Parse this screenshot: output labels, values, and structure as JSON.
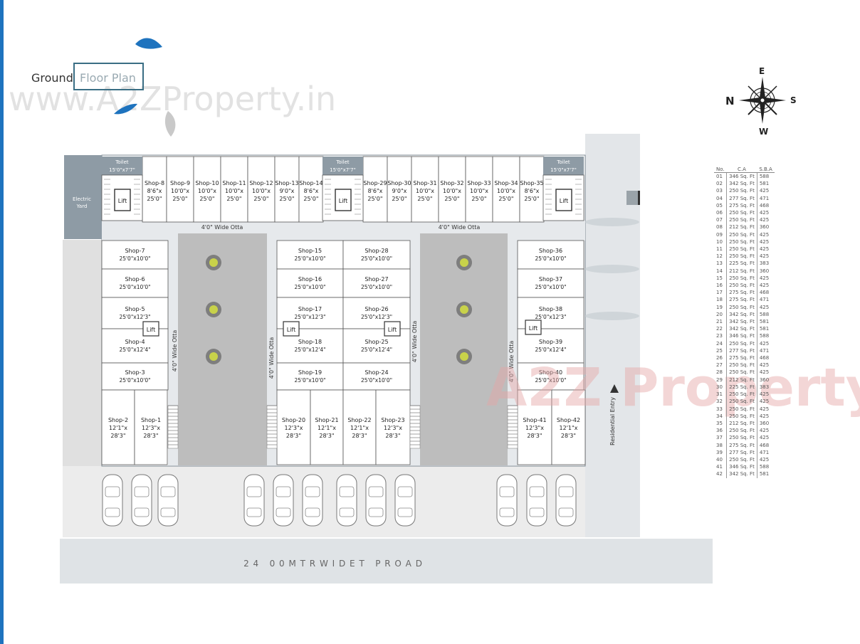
{
  "title": {
    "part1": "Ground",
    "part2": "Floor Plan"
  },
  "watermark": "www.A2ZProperty.in",
  "logo_watermark": "A2Z Property",
  "compass": {
    "n": "N",
    "e": "E",
    "s": "S",
    "w": "W"
  },
  "labels": {
    "electric_yard": [
      "Electric",
      "Yard"
    ],
    "lift": "Lift",
    "toilet_name": "Toilet",
    "toilet_size": "15'0\"x7'7\"",
    "otta_h": "4'0\" Wide Otta",
    "otta_v": "4'0\" Wide Otta",
    "residential_entry": "Residential Entry",
    "road": "2 4   0 0 M T R W I D E T   P R O A D"
  },
  "colors": {
    "edge": "#1e73be",
    "structure": "#8e9ba5",
    "court": "#bdbdbd",
    "tree": "#c8d24a"
  },
  "top_shops": [
    {
      "name": "Shop-8",
      "w": "8'6\"x",
      "d": "25'0\""
    },
    {
      "name": "Shop-9",
      "w": "10'0\"x",
      "d": "25'0\""
    },
    {
      "name": "Shop-10",
      "w": "10'0\"x",
      "d": "25'0\""
    },
    {
      "name": "Shop-11",
      "w": "10'0\"x",
      "d": "25'0\""
    },
    {
      "name": "Shop-12",
      "w": "10'0\"x",
      "d": "25'0\""
    },
    {
      "name": "Shop-13",
      "w": "9'0\"x",
      "d": "25'0\""
    },
    {
      "name": "Shop-14",
      "w": "8'6\"x",
      "d": "25'0\""
    },
    {
      "name": "Shop-29",
      "w": "8'6\"x",
      "d": "25'0\""
    },
    {
      "name": "Shop-30",
      "w": "9'0\"x",
      "d": "25'0\""
    },
    {
      "name": "Shop-31",
      "w": "10'0\"x",
      "d": "25'0\""
    },
    {
      "name": "Shop-32",
      "w": "10'0\"x",
      "d": "25'0\""
    },
    {
      "name": "Shop-33",
      "w": "10'0\"x",
      "d": "25'0\""
    },
    {
      "name": "Shop-34",
      "w": "10'0\"x",
      "d": "25'0\""
    },
    {
      "name": "Shop-35",
      "w": "8'6\"x",
      "d": "25'0\""
    }
  ],
  "row_shops": [
    {
      "name": "Shop-7",
      "size": "25'0\"x10'0\""
    },
    {
      "name": "Shop-6",
      "size": "25'0\"x10'0\""
    },
    {
      "name": "Shop-5",
      "size": "25'0\"x12'3\""
    },
    {
      "name": "Shop-4",
      "size": "25'0\"x12'4\""
    },
    {
      "name": "Shop-3",
      "size": "25'0\"x10'0\""
    },
    {
      "name": "Shop-15",
      "size": "25'0\"x10'0\""
    },
    {
      "name": "Shop-16",
      "size": "25'0\"x10'0\""
    },
    {
      "name": "Shop-17",
      "size": "25'0\"x12'3\""
    },
    {
      "name": "Shop-18",
      "size": "25'0\"x12'4\""
    },
    {
      "name": "Shop-19",
      "size": "25'0\"x10'0\""
    },
    {
      "name": "Shop-28",
      "size": "25'0\"x10'0\""
    },
    {
      "name": "Shop-27",
      "size": "25'0\"x10'0\""
    },
    {
      "name": "Shop-26",
      "size": "25'0\"x12'3\""
    },
    {
      "name": "Shop-25",
      "size": "25'0\"x12'4\""
    },
    {
      "name": "Shop-24",
      "size": "25'0\"x10'0\""
    },
    {
      "name": "Shop-36",
      "size": "25'0\"x10'0\""
    },
    {
      "name": "Shop-37",
      "size": "25'0\"x10'0\""
    },
    {
      "name": "Shop-38",
      "size": "25'0\"x12'3\""
    },
    {
      "name": "Shop-39",
      "size": "25'0\"x12'4\""
    },
    {
      "name": "Shop-40",
      "size": "25'0\"x10'0\""
    }
  ],
  "bottom_shops": [
    {
      "name": "Shop-2",
      "w": "12'1\"x",
      "d": "28'3\""
    },
    {
      "name": "Shop-1",
      "w": "12'3\"x",
      "d": "28'3\""
    },
    {
      "name": "Shop-20",
      "w": "12'3\"x",
      "d": "28'3\""
    },
    {
      "name": "Shop-21",
      "w": "12'1\"x",
      "d": "28'3\""
    },
    {
      "name": "Shop-22",
      "w": "12'1\"x",
      "d": "28'3\""
    },
    {
      "name": "Shop-23",
      "w": "12'3\"x",
      "d": "28'3\""
    },
    {
      "name": "Shop-41",
      "w": "12'3\"x",
      "d": "28'3\""
    },
    {
      "name": "Shop-42",
      "w": "12'1\"x",
      "d": "28'3\""
    }
  ],
  "area_table": {
    "headers": [
      "No.",
      "C.A",
      "S.B.A"
    ],
    "rows": [
      [
        "01",
        "346 Sq. Ft",
        "588"
      ],
      [
        "02",
        "342 Sq. Ft",
        "581"
      ],
      [
        "03",
        "250 Sq. Ft",
        "425"
      ],
      [
        "04",
        "277 Sq. Ft",
        "471"
      ],
      [
        "05",
        "275 Sq. Ft",
        "468"
      ],
      [
        "06",
        "250 Sq. Ft",
        "425"
      ],
      [
        "07",
        "250 Sq. Ft",
        "425"
      ],
      [
        "08",
        "212 Sq. Ft",
        "360"
      ],
      [
        "09",
        "250 Sq. Ft",
        "425"
      ],
      [
        "10",
        "250 Sq. Ft",
        "425"
      ],
      [
        "11",
        "250 Sq. Ft",
        "425"
      ],
      [
        "12",
        "250 Sq. Ft",
        "425"
      ],
      [
        "13",
        "225 Sq. Ft",
        "383"
      ],
      [
        "14",
        "212 Sq. Ft",
        "360"
      ],
      [
        "15",
        "250 Sq. Ft",
        "425"
      ],
      [
        "16",
        "250 Sq. Ft",
        "425"
      ],
      [
        "17",
        "275 Sq. Ft",
        "468"
      ],
      [
        "18",
        "275 Sq. Ft",
        "471"
      ],
      [
        "19",
        "250 Sq. Ft",
        "425"
      ],
      [
        "20",
        "342 Sq. Ft",
        "588"
      ],
      [
        "21",
        "342 Sq. Ft",
        "581"
      ],
      [
        "22",
        "342 Sq. Ft",
        "581"
      ],
      [
        "23",
        "346 Sq. Ft",
        "588"
      ],
      [
        "24",
        "250 Sq. Ft",
        "425"
      ],
      [
        "25",
        "277 Sq. Ft",
        "471"
      ],
      [
        "26",
        "275 Sq. Ft",
        "468"
      ],
      [
        "27",
        "250 Sq. Ft",
        "425"
      ],
      [
        "28",
        "250 Sq. Ft",
        "425"
      ],
      [
        "29",
        "212 Sq. Ft",
        "360"
      ],
      [
        "30",
        "225 Sq. Ft",
        "383"
      ],
      [
        "31",
        "250 Sq. Ft",
        "425"
      ],
      [
        "32",
        "250 Sq. Ft",
        "425"
      ],
      [
        "33",
        "250 Sq. Ft",
        "425"
      ],
      [
        "34",
        "250 Sq. Ft",
        "425"
      ],
      [
        "35",
        "212 Sq. Ft",
        "360"
      ],
      [
        "36",
        "250 Sq. Ft",
        "425"
      ],
      [
        "37",
        "250 Sq. Ft",
        "425"
      ],
      [
        "38",
        "275 Sq. Ft",
        "468"
      ],
      [
        "39",
        "277 Sq. Ft",
        "471"
      ],
      [
        "40",
        "250 Sq. Ft",
        "425"
      ],
      [
        "41",
        "346 Sq. Ft",
        "588"
      ],
      [
        "42",
        "342 Sq. Ft",
        "581"
      ]
    ]
  }
}
